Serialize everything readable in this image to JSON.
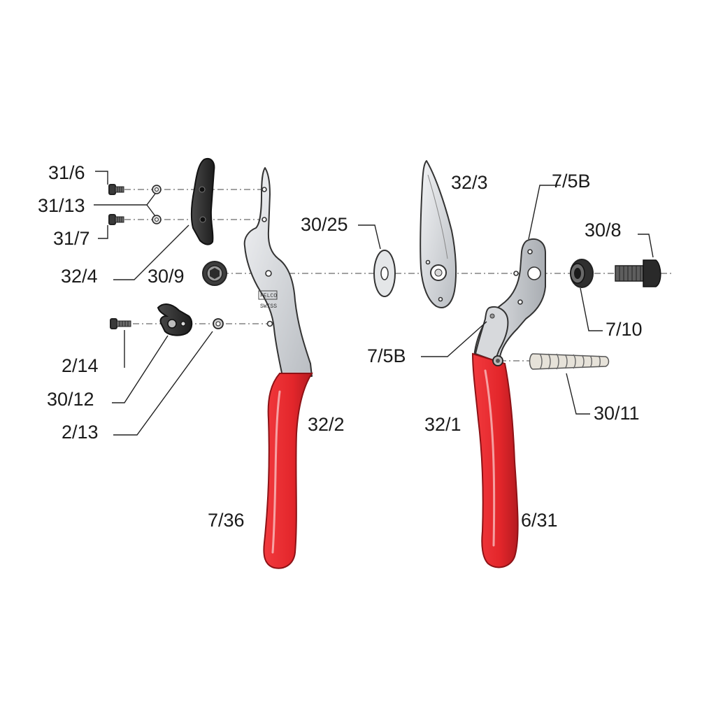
{
  "labels": {
    "p31_6": "31/6",
    "p31_13": "31/13",
    "p31_7": "31/7",
    "p32_4": "32/4",
    "p30_9": "30/9",
    "p2_14": "2/14",
    "p30_12": "30/12",
    "p2_13": "2/13",
    "p32_2": "32/2",
    "p7_36": "7/36",
    "p30_25": "30/25",
    "p32_3": "32/3",
    "p7_5b_top": "7/5B",
    "p30_8": "30/8",
    "p7_10": "7/10",
    "p7_5b_mid": "7/5B",
    "p30_11": "30/11",
    "p32_1": "32/1",
    "p6_31": "6/31"
  },
  "colors": {
    "handle_red": "#e3262b",
    "steel": "#c9ccd0",
    "black_part": "#2e2e2e"
  }
}
